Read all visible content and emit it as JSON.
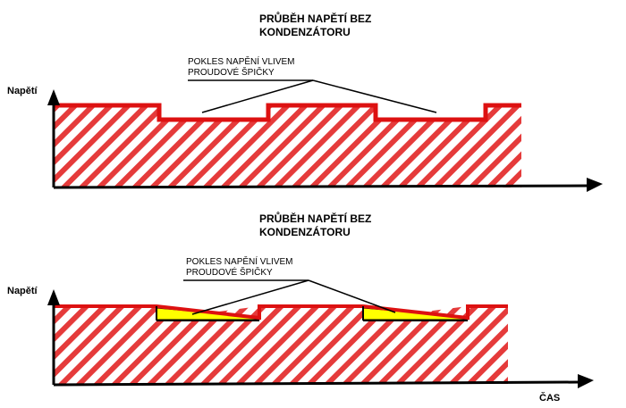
{
  "diagram_top": {
    "title_line1": "PRŮBĚH NAPĚTÍ BEZ",
    "title_line2": "KONDENZÁTORU",
    "annotation_line1": "POKLES NAPĚNÍ VLIVEM",
    "annotation_line2": "PROUDOVÉ ŠPIČKY",
    "y_label": "Napětí"
  },
  "diagram_bottom": {
    "title_line1": "PRŮBĚH NAPĚTÍ BEZ",
    "title_line2": "KONDENZÁTORU",
    "annotation_line1": "POKLES NAPĚNÍ VLIVEM",
    "annotation_line2": "PROUDOVÉ ŠPIČKY",
    "y_label": "Napětí",
    "x_label": "ČAS"
  },
  "colors": {
    "hatch": "#e53b3b",
    "outline": "#dd1111",
    "sag_fill": "#ffff00",
    "axis": "#000000"
  }
}
